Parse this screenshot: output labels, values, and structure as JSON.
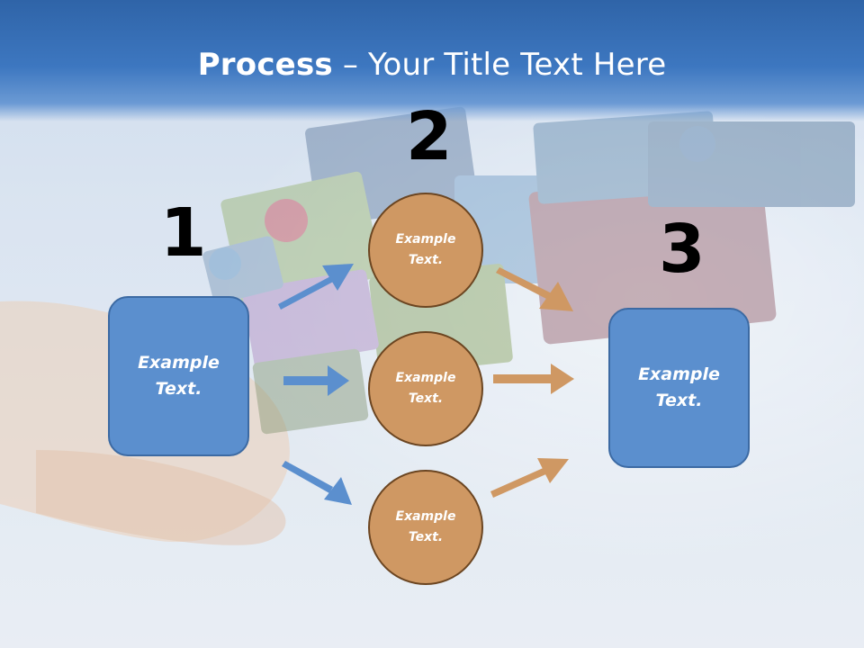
{
  "slide": {
    "title_bold": "Process",
    "title_rest": " – Your Title Text Here"
  },
  "steps": {
    "n1": "1",
    "n2": "2",
    "n3": "3"
  },
  "boxes": {
    "left": "Example\nText.",
    "right": "Example\nText."
  },
  "circles": {
    "top": "Example\nText.",
    "middle": "Example\nText.",
    "bottom": "Example\nText."
  },
  "colors": {
    "box_fill": "#5b8fce",
    "circle_fill": "#cf9863",
    "blue_arrow": "#5b8fce",
    "orange_arrow": "#cf9863",
    "title_band": "#3d77c0"
  }
}
